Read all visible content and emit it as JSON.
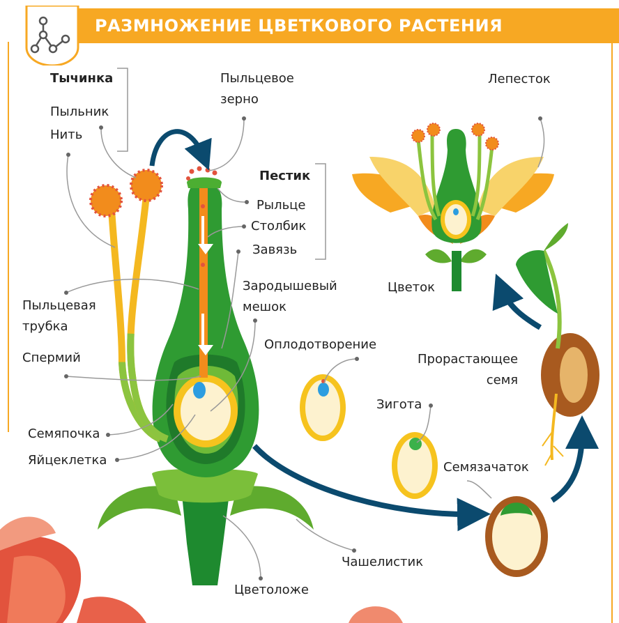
{
  "title": "РАЗМНОЖЕНИЕ ЦВЕТКОВОГО РАСТЕНИЯ",
  "icon": "molecule-icon",
  "colors": {
    "header": "#f7a823",
    "leader_line": "#999999",
    "arrow": "#0b4a6e",
    "green_dark": "#1e8a2f",
    "green_light": "#8cc43f",
    "orange": "#f28c1c",
    "yellow": "#f4b820"
  },
  "labels": {
    "stamen": "Тычинка",
    "anther": "Пыльник",
    "filament": "Нить",
    "pollen_grain": "Пыльцевое\nзерно",
    "pistil": "Пестик",
    "stigma": "Рыльце",
    "style": "Столбик",
    "ovary": "Завязь",
    "pollen_tube": "Пыльцевая\nтрубка",
    "sperm": "Спермий",
    "embryo_sac": "Зародышевый\nмешок",
    "ovule": "Семяпочка",
    "egg_cell": "Яйцеклетка",
    "fertilization": "Оплодотворение",
    "zygote": "Зигота",
    "seed_embryo": "Семязачаток",
    "germinating_seed": "Прорастающее\nсемя",
    "flower": "Цветок",
    "petal": "Лепесток",
    "sepal": "Чашелистик",
    "receptacle": "Цветоложе"
  }
}
